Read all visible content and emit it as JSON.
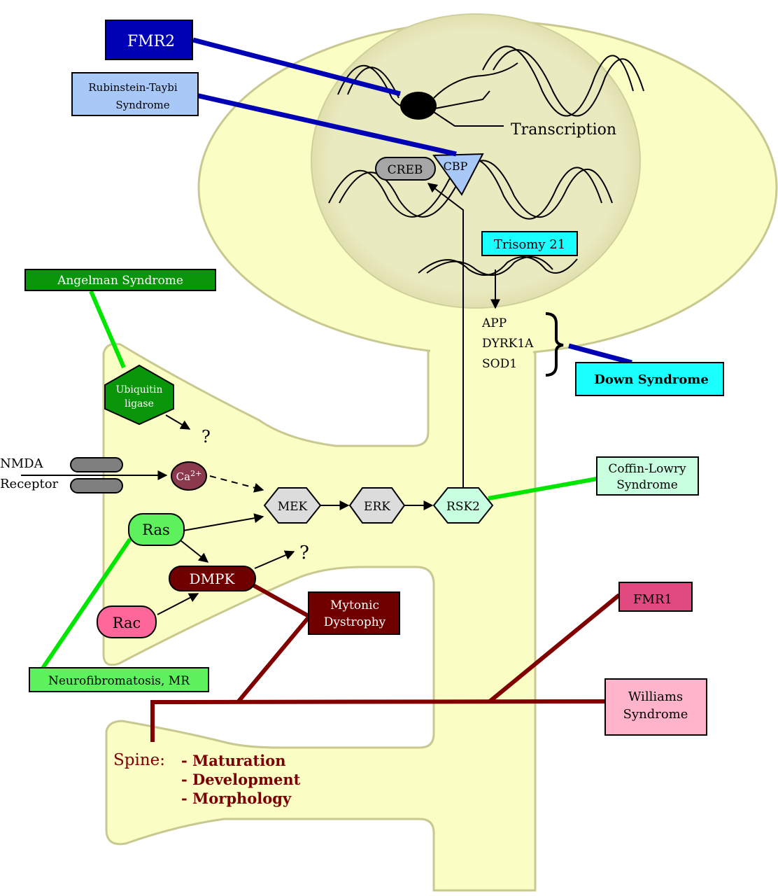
{
  "title": "Neuronal signaling pathways and mental retardation syndromes",
  "colors": {
    "cytoplasm": "#fafdc4",
    "cytoplasm_edge": "#c8c890",
    "nucleus": "#eaeac0",
    "disease_line_blue": "#0000b4",
    "disease_line_green": "#00e600",
    "disease_line_maroon": "#800000"
  },
  "nucleus": {
    "transcription_label": "Transcription",
    "creb_label": "CREB",
    "cbp_label": "CBP",
    "trisomy_label": "Trisomy 21"
  },
  "genes": [
    "APP",
    "DYRK1A",
    "SOD1"
  ],
  "receptor": {
    "line1": "NMDA",
    "line2": "Receptor"
  },
  "nodes": {
    "ca": {
      "base": "Ca",
      "sup": "2+"
    },
    "mek": "MEK",
    "erk": "ERK",
    "rsk2": "RSK2",
    "ras": "Ras",
    "dmpk": "DMPK",
    "rac": "Rac",
    "ubiquitin_line1": "Ubiquitin",
    "ubiquitin_line2": "ligase",
    "unknown_1": "?",
    "unknown_2": "?"
  },
  "diseases": {
    "fmr2": "FMR2",
    "rubinstein_line1": "Rubinstein-Taybi",
    "rubinstein_line2": "Syndrome",
    "angelman": "Angelman Syndrome",
    "down": "Down Syndrome",
    "coffin_line1": "Coffin-Lowry",
    "coffin_line2": "Syndrome",
    "mytonic_line1": "Mytonic",
    "mytonic_line2": "Dystrophy",
    "fmr1": "FMR1",
    "williams_line1": "Williams",
    "williams_line2": "Syndrome",
    "neurofibromatosis": "Neurofibromatosis, MR"
  },
  "spine": {
    "label": "Spine:",
    "items": [
      "- Maturation",
      "- Development",
      "- Morphology"
    ]
  }
}
